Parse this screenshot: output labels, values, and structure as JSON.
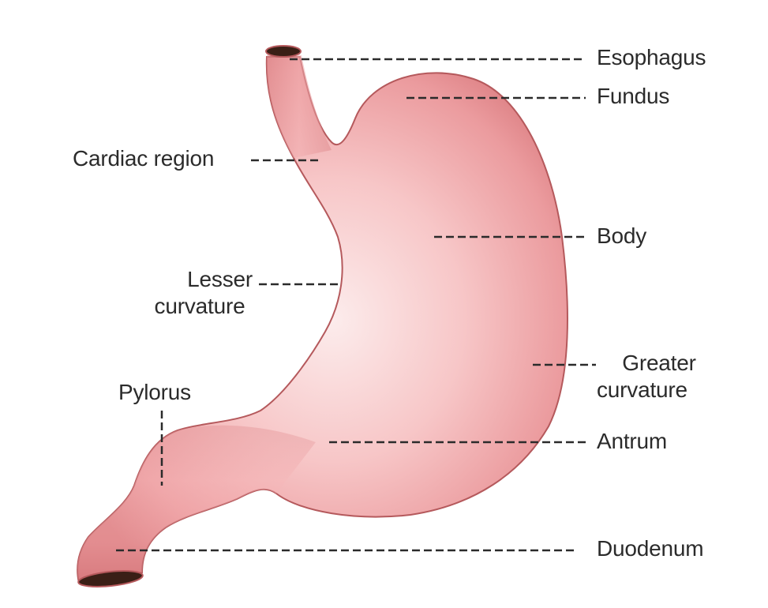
{
  "diagram": {
    "title": "",
    "subject": "Stomach anatomy",
    "colors": {
      "tissue_fill": "#f2a9aa",
      "tissue_highlight": "#fbe1e1",
      "tissue_outline": "#b5595c",
      "tissue_shadow": "#d9757a",
      "lumen_opening": "#3a1f16",
      "leader_line": "#2b2b2b",
      "label_text": "#2b2b2b",
      "background": "#ffffff"
    },
    "labels": [
      {
        "id": "esophagus",
        "text": "Esophagus"
      },
      {
        "id": "fundus",
        "text": "Fundus"
      },
      {
        "id": "cardiac-region",
        "text": "Cardiac region"
      },
      {
        "id": "body",
        "text": "Body"
      },
      {
        "id": "lesser-curvature",
        "line1": "Lesser",
        "line2": "curvature"
      },
      {
        "id": "greater-curvature",
        "line1": "Greater",
        "line2": "curvature"
      },
      {
        "id": "pylorus",
        "text": "Pylorus"
      },
      {
        "id": "antrum",
        "text": "Antrum"
      },
      {
        "id": "duodenum",
        "text": "Duodenum"
      }
    ]
  }
}
